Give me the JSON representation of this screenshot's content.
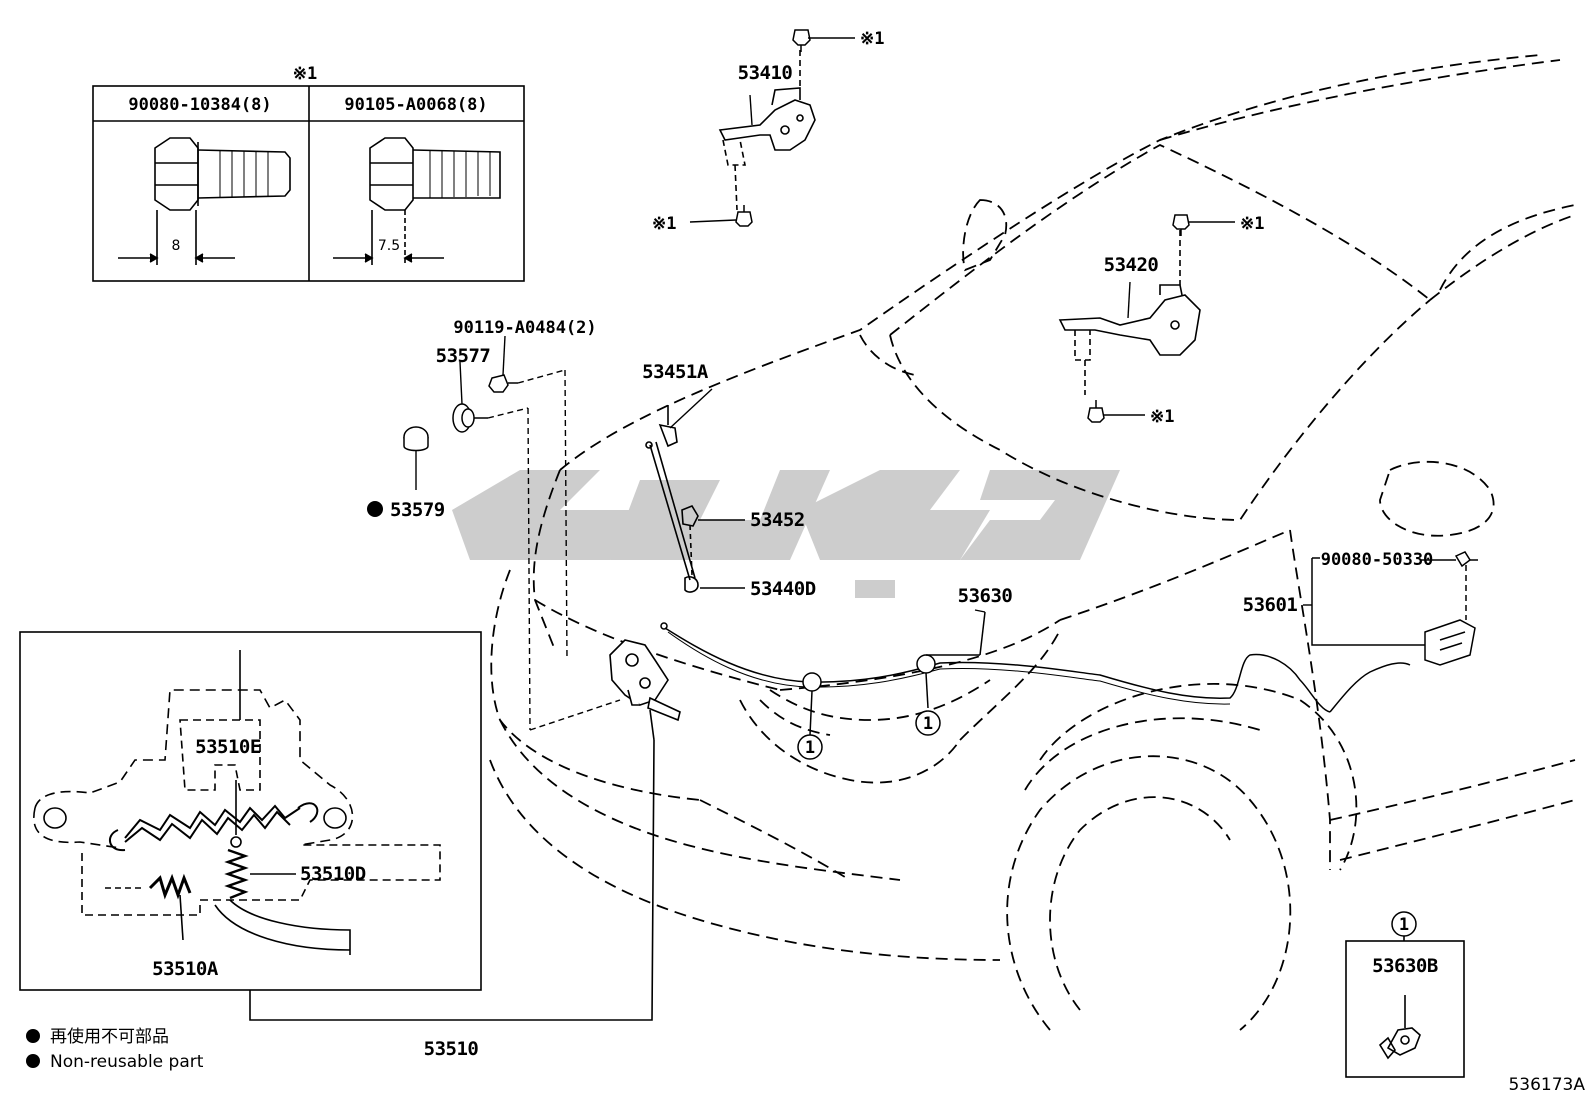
{
  "figure_id": "536173A",
  "bolt_table": {
    "ref_mark": "※1",
    "col1_part": "90080-10384(8)",
    "col1_dim": "8",
    "col2_part": "90105-A0068(8)",
    "col2_dim": "7.5"
  },
  "ref_marks": {
    "r1": "※1",
    "r2": "※1",
    "r3": "※1",
    "r4": "※1"
  },
  "callouts": {
    "p53410": "53410",
    "p53420": "53420",
    "p90119": "90119-A0484(2)",
    "p53577": "53577",
    "p53579": "53579",
    "p53451A": "53451A",
    "p53452": "53452",
    "p53440D": "53440D",
    "p53630": "53630",
    "p90080": "90080-50330",
    "p53601": "53601",
    "p53510E": "53510E",
    "p53510D": "53510D",
    "p53510A": "53510A",
    "p53510": "53510",
    "p53630B": "53630B"
  },
  "circle_refs": {
    "a": "1",
    "b": "1",
    "c": "1"
  },
  "legend": {
    "line1": "再使用不可部品",
    "line2": "Non-reusable part"
  },
  "watermark": "ﮔﻮﭘﺎﺭﺕ"
}
